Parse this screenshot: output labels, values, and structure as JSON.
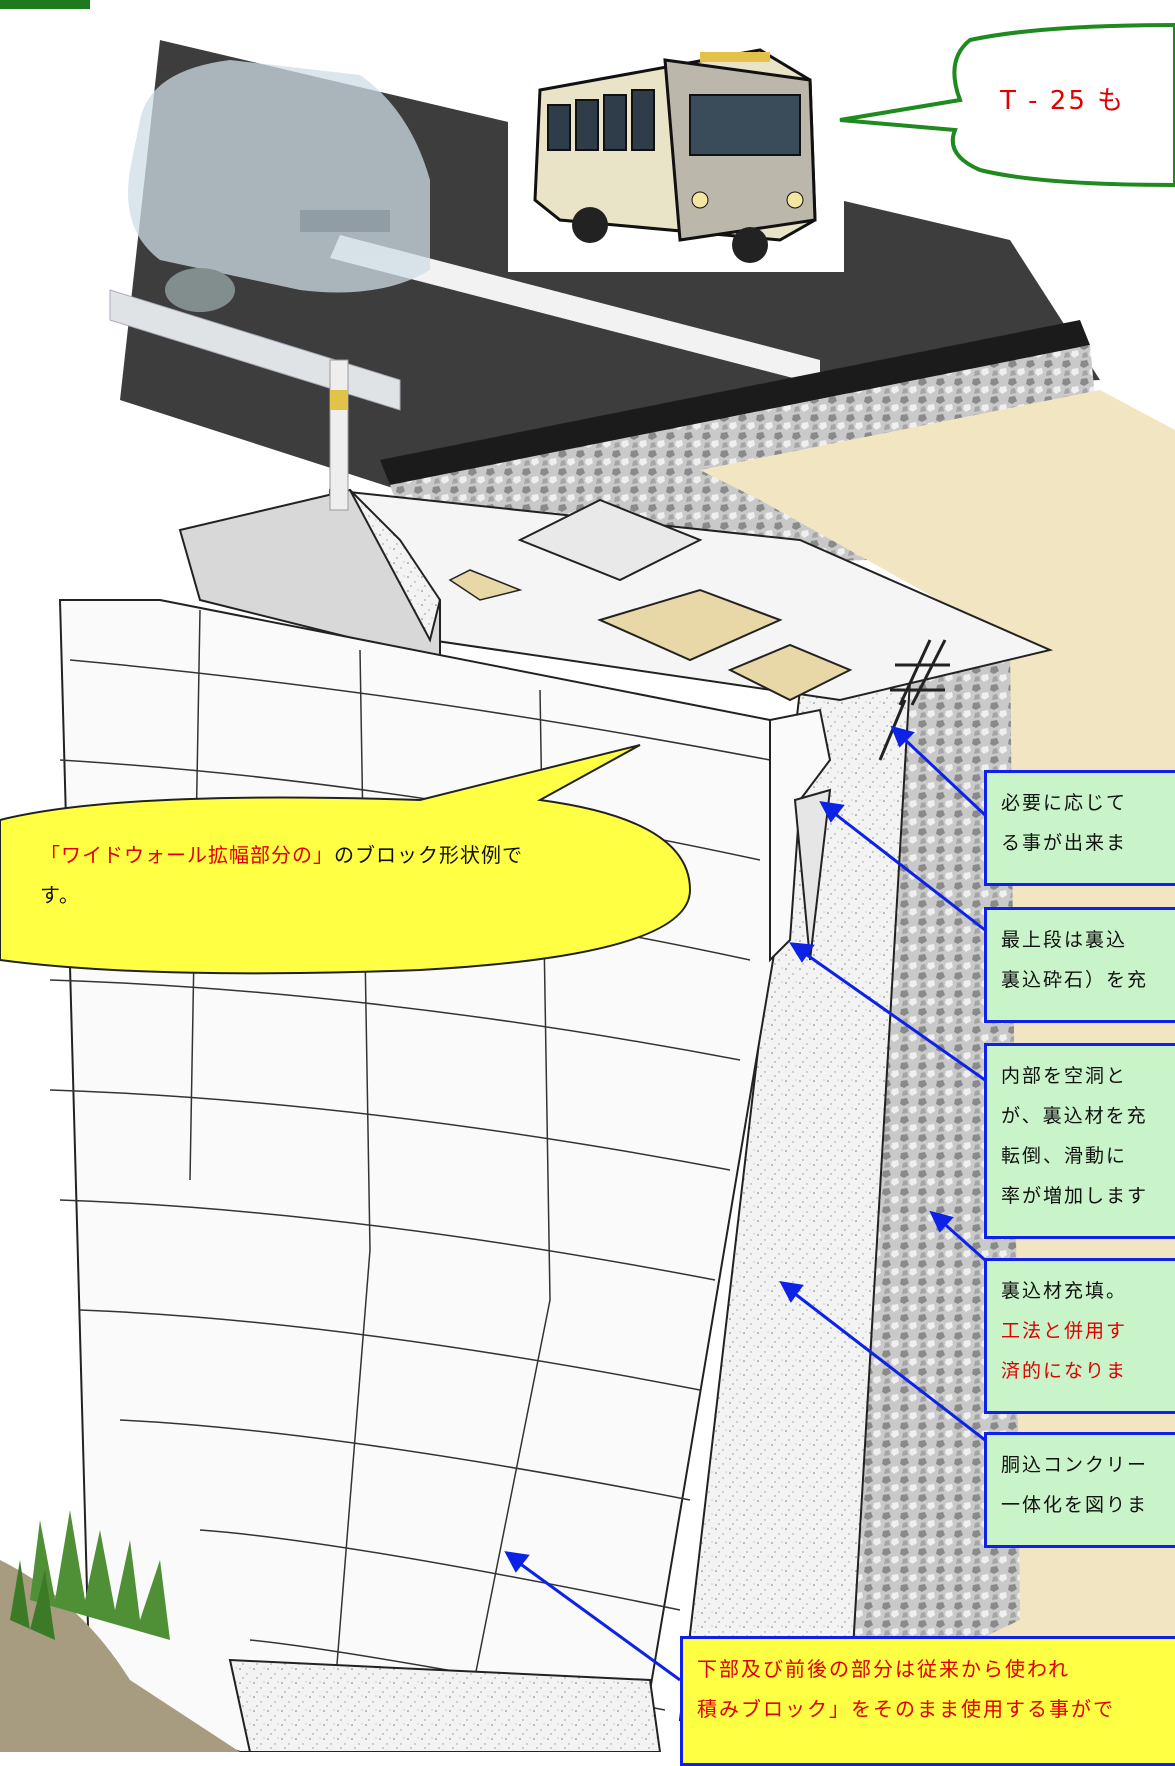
{
  "speech_bubble": {
    "text": "T - 25 も"
  },
  "left_bubble": {
    "red_part": "「ワイドウォール拡幅部分の」",
    "black_part": "のブロック形状例です。"
  },
  "callouts": [
    {
      "lines": [
        "必要に応じて",
        "る事が出来ま"
      ]
    },
    {
      "lines": [
        "最上段は裏込",
        "裏込砕石）を充"
      ]
    },
    {
      "lines": [
        "内部を空洞と",
        "が、裏込材を充",
        "転倒、滑動に",
        "率が増加します"
      ]
    },
    {
      "lines": [
        "裏込材充填。"
      ],
      "red_lines": [
        "工法と併用す",
        "済的になりま"
      ]
    },
    {
      "lines": [
        "胴込コンクリー",
        "一体化を図りま"
      ]
    }
  ],
  "bottom_callout": {
    "lines": [
      "下部及び前後の部分は従来から使われ",
      "積みブロック」をそのまま使用する事がで"
    ]
  },
  "colors": {
    "callout_fill": "#c9f3c9",
    "callout_border": "#1020e8",
    "highlight_fill": "#ffff44",
    "highlight_text": "#e00000",
    "bubble_outline": "#1f8a1f"
  },
  "icons": [
    "bus-illustration",
    "car-illustration",
    "guardrail",
    "rebar-illustration",
    "grass-illustration"
  ]
}
